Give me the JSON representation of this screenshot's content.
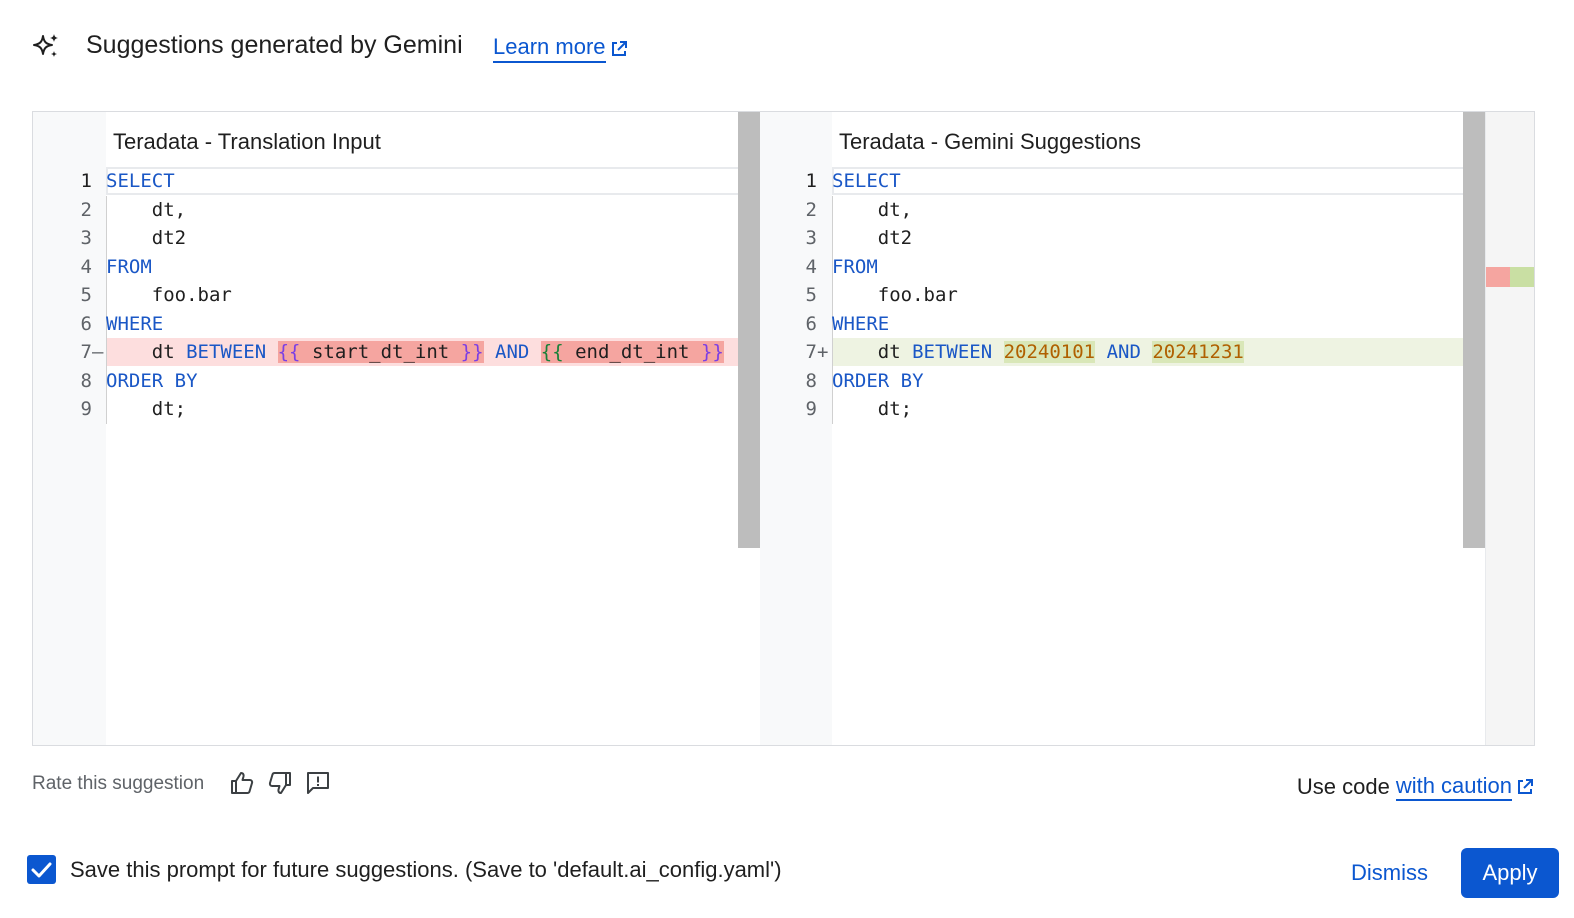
{
  "header": {
    "title": "Suggestions generated by Gemini",
    "learn_more": "Learn more",
    "icon": "sparkle-icon"
  },
  "diff": {
    "left": {
      "title": "Teradata - Translation Input",
      "line_numbers": [
        "1",
        "2",
        "3",
        "4",
        "5",
        "6",
        "7",
        "8",
        "9"
      ],
      "lines": [
        [
          {
            "t": "SELECT",
            "c": "kw"
          }
        ],
        [
          {
            "t": "    dt,",
            "c": "id"
          }
        ],
        [
          {
            "t": "    dt2",
            "c": "id"
          }
        ],
        [
          {
            "t": "FROM",
            "c": "kw"
          }
        ],
        [
          {
            "t": "    foo.bar",
            "c": "id"
          }
        ],
        [
          {
            "t": "WHERE",
            "c": "kw"
          }
        ],
        [
          {
            "t": "    dt ",
            "c": "id"
          },
          {
            "t": "BETWEEN",
            "c": "kw"
          },
          {
            "t": " "
          },
          {
            "t": "{{",
            "c": "br1",
            "d": true
          },
          {
            "t": " start_dt_int ",
            "c": "id",
            "d": true
          },
          {
            "t": "}}",
            "c": "br1",
            "d": true
          },
          {
            "t": " "
          },
          {
            "t": "AND",
            "c": "kw"
          },
          {
            "t": " "
          },
          {
            "t": "{{",
            "c": "br2",
            "d": true
          },
          {
            "t": " end_dt_int ",
            "c": "id",
            "d": true
          },
          {
            "t": "}}",
            "c": "br1",
            "d": true
          }
        ],
        [
          {
            "t": "ORDER BY",
            "c": "kw"
          }
        ],
        [
          {
            "t": "    dt;",
            "c": "id"
          }
        ]
      ],
      "changed_line_marker": "—"
    },
    "right": {
      "title": "Teradata - Gemini Suggestions",
      "line_numbers": [
        "1",
        "2",
        "3",
        "4",
        "5",
        "6",
        "7",
        "8",
        "9"
      ],
      "lines": [
        [
          {
            "t": "SELECT",
            "c": "kw"
          }
        ],
        [
          {
            "t": "    dt,",
            "c": "id"
          }
        ],
        [
          {
            "t": "    dt2",
            "c": "id"
          }
        ],
        [
          {
            "t": "FROM",
            "c": "kw"
          }
        ],
        [
          {
            "t": "    foo.bar",
            "c": "id"
          }
        ],
        [
          {
            "t": "WHERE",
            "c": "kw"
          }
        ],
        [
          {
            "t": "    dt ",
            "c": "id"
          },
          {
            "t": "BETWEEN",
            "c": "kw"
          },
          {
            "t": " "
          },
          {
            "t": "20240101",
            "c": "num",
            "i": true
          },
          {
            "t": " "
          },
          {
            "t": "AND",
            "c": "kw"
          },
          {
            "t": " "
          },
          {
            "t": "20241231",
            "c": "num",
            "i": true
          }
        ],
        [
          {
            "t": "ORDER BY",
            "c": "kw"
          }
        ],
        [
          {
            "t": "    dt;",
            "c": "id"
          }
        ]
      ],
      "changed_line_marker": "+"
    },
    "changed_line_index": 6,
    "colors": {
      "deleted_line": "#fddede",
      "deleted_chunk": "#f5a5a0",
      "inserted_line": "#eef3e2",
      "inserted_chunk": "#d9e7b8",
      "keyword": "#1a57c6"
    }
  },
  "feedback": {
    "rate_label": "Rate this suggestion",
    "icons": [
      "thumbs-up-icon",
      "thumbs-down-icon",
      "report-feedback-icon"
    ]
  },
  "caution": {
    "prefix": "Use code",
    "link": "with caution"
  },
  "save_prompt": {
    "checked": true,
    "label": "Save this prompt for future suggestions. (Save to 'default.ai_config.yaml')"
  },
  "actions": {
    "dismiss": "Dismiss",
    "apply": "Apply",
    "accent": "#0b57d0"
  }
}
